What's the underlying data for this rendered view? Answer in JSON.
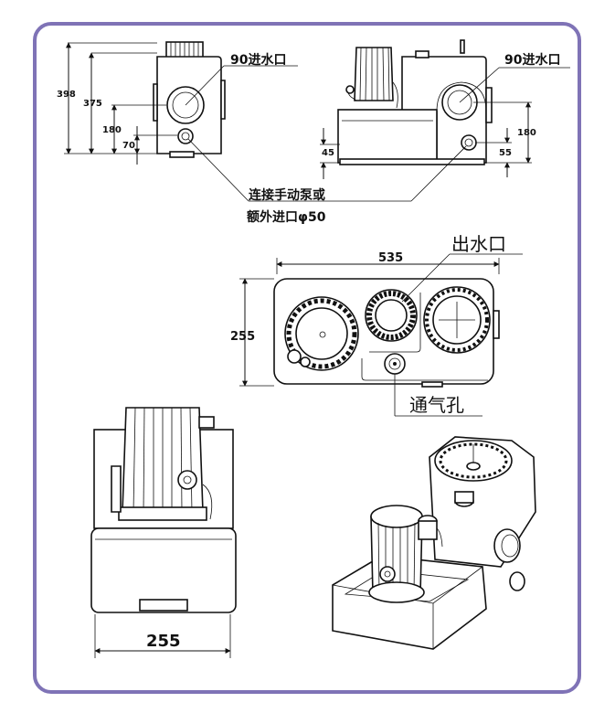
{
  "labels": {
    "inlet_90_left": "90进水口",
    "inlet_90_right": "90进水口",
    "manual_pump_line1": "连接手动泵或",
    "manual_pump_line2": "额外进口φ50",
    "outlet": "出水口",
    "vent": "通气孔"
  },
  "dimensions": {
    "front_total_height": "398",
    "front_inlet_top": "375",
    "front_inlet_center": "180",
    "front_aux_inlet": "70",
    "rear_bottom": "45",
    "rear_inlet_center": "180",
    "rear_aux_inlet": "55",
    "top_length": "535",
    "top_width": "255",
    "side_width": "255"
  },
  "colors": {
    "frame_border": "#7f73b6",
    "line": "#111111"
  }
}
